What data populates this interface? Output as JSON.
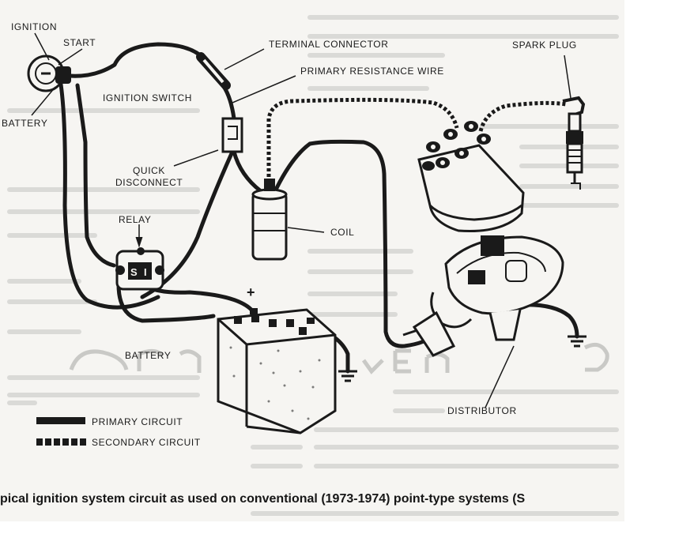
{
  "labels": {
    "ignition": "IGNITION",
    "start": "START",
    "battery_top": "BATTERY",
    "ignition_switch": "IGNITION SWITCH",
    "terminal_connector": "TERMINAL CONNECTOR",
    "primary_resistance_wire": "PRIMARY RESISTANCE WIRE",
    "spark_plug": "SPARK PLUG",
    "quick_disconnect_line1": "QUICK",
    "quick_disconnect_line2": "DISCONNECT",
    "relay": "RELAY",
    "relay_terminal_s": "S",
    "relay_terminal_i": "I",
    "coil": "COIL",
    "battery": "BATTERY",
    "battery_plus": "+",
    "battery_minus": "-",
    "distributor": "DISTRIBUTOR"
  },
  "legend": [
    {
      "label": "PRIMARY CIRCUIT",
      "style": "solid"
    },
    {
      "label": "SECONDARY CIRCUIT",
      "style": "dashed"
    }
  ],
  "caption": "pical ignition system circuit as used on conventional (1973-1974) point-type systems (S",
  "colors": {
    "ink": "#1a1a1a",
    "paper": "#f6f5f2",
    "faded_text": "#cfcfcc"
  }
}
